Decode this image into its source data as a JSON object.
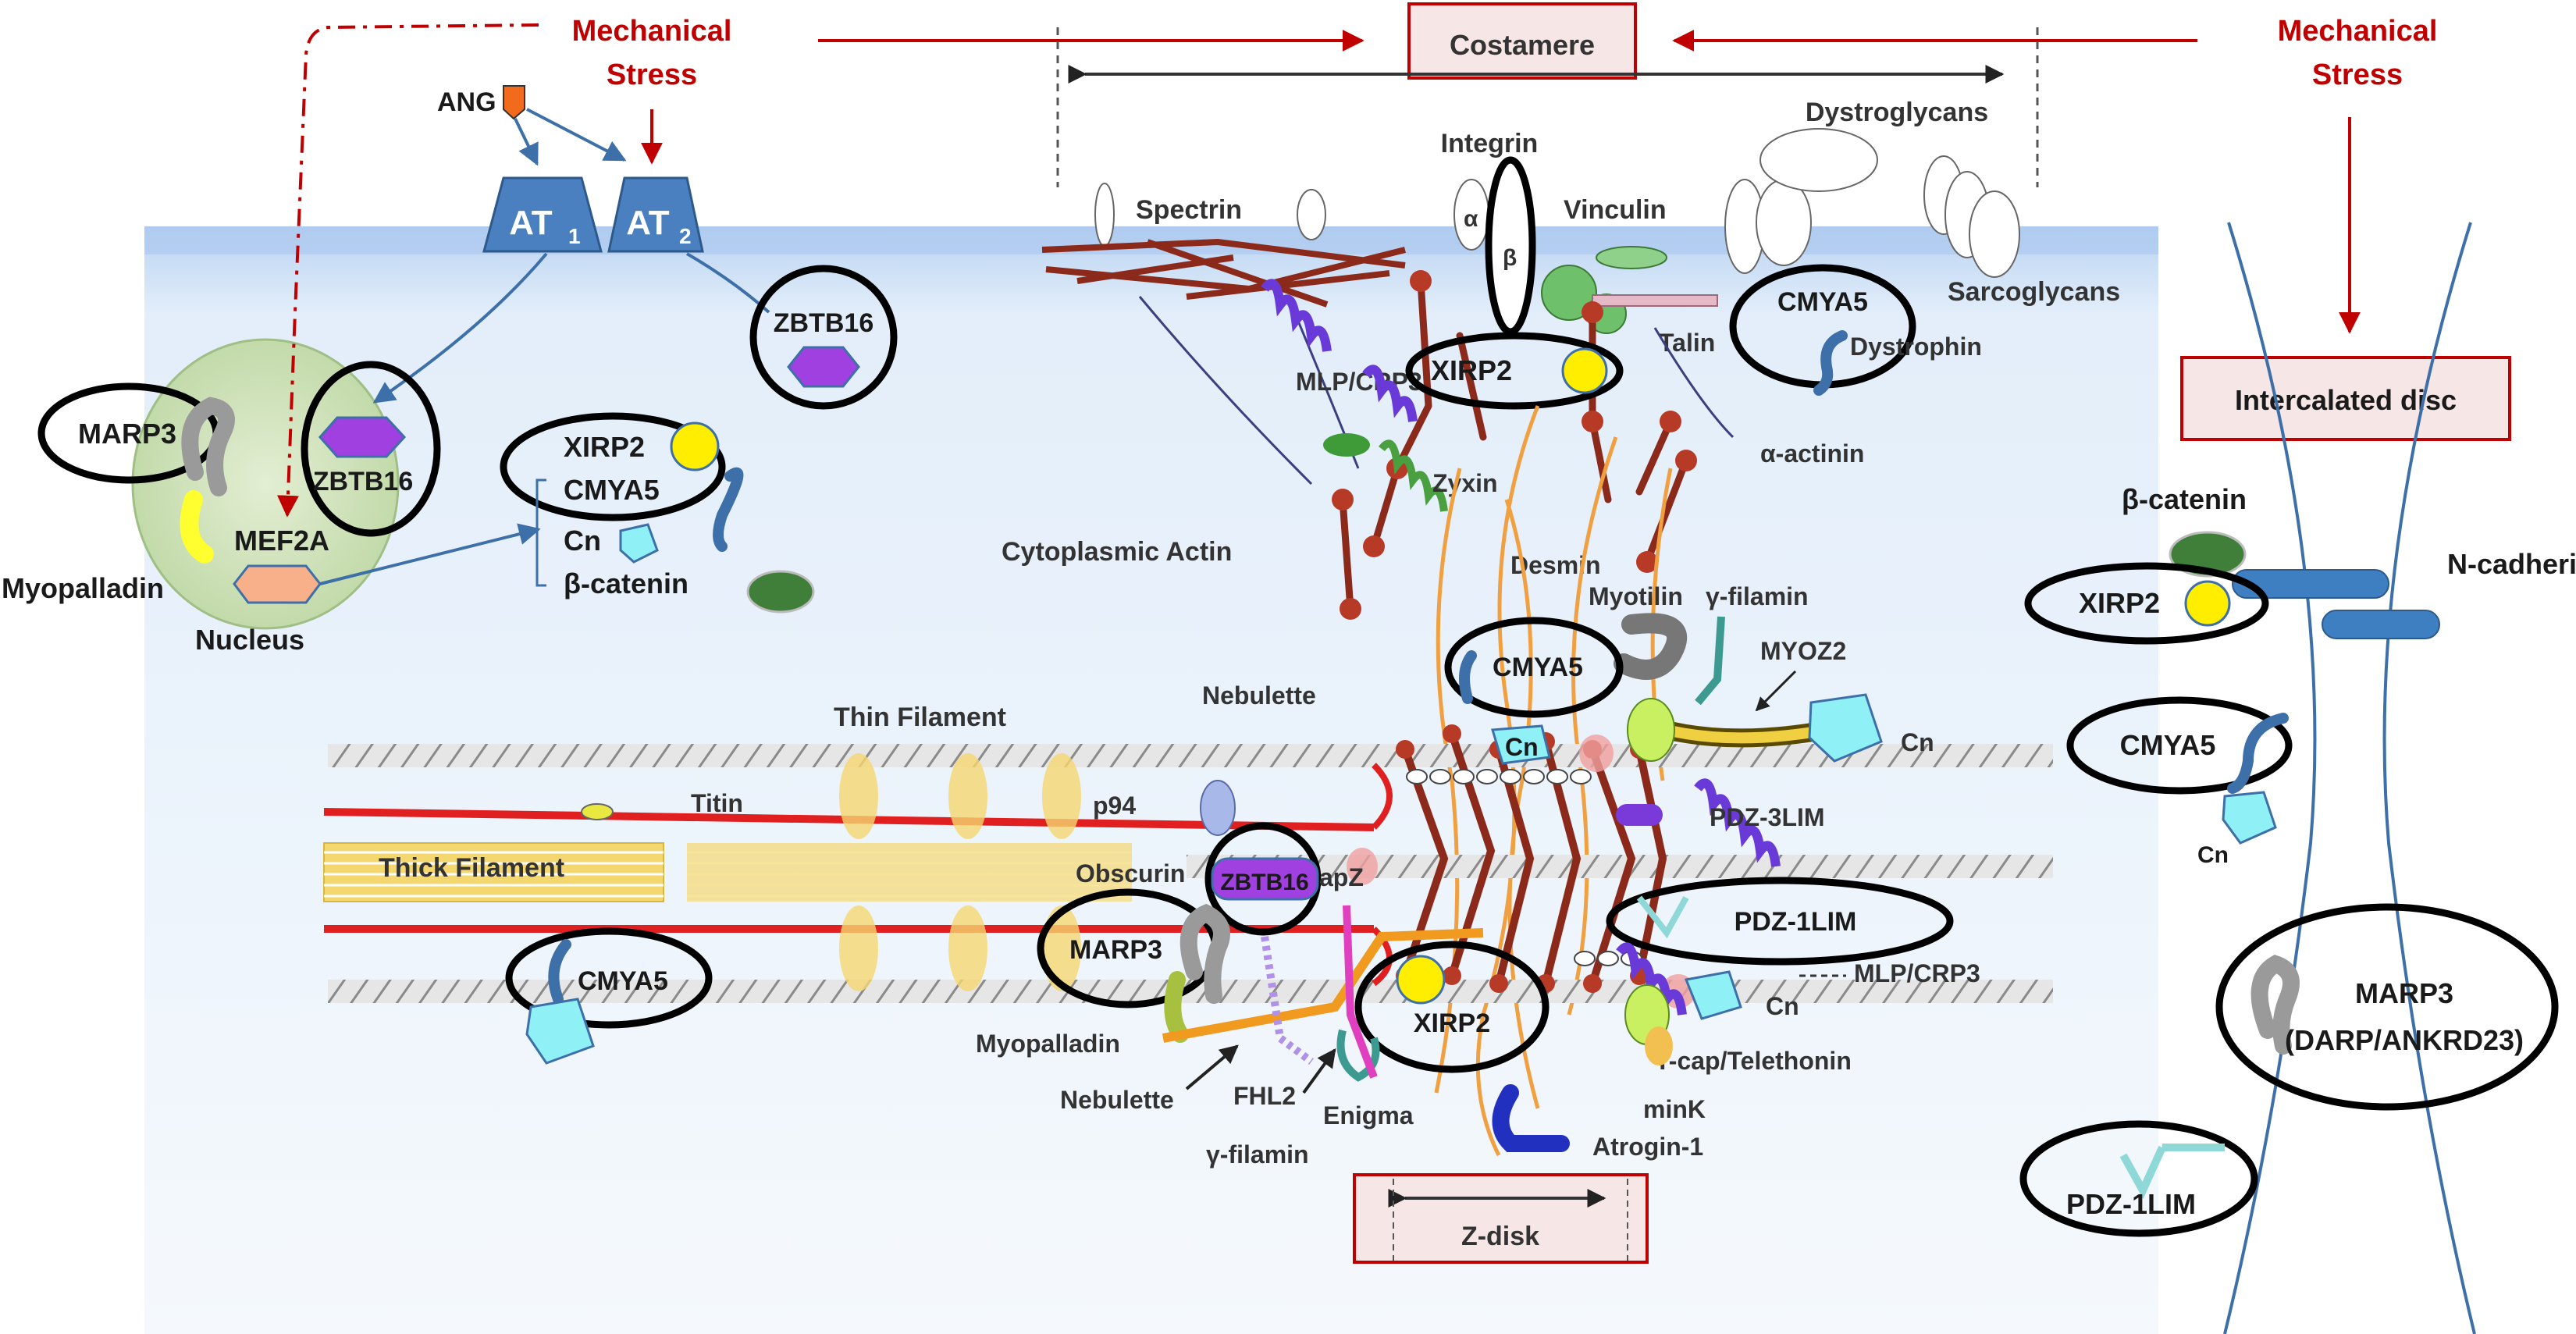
{
  "colors": {
    "membrane_top": "#c8dcf5",
    "cytoplasm": "#eef6fd",
    "nucleus": "#cfe3b8",
    "mechanical_red": "#c00000",
    "pathway_blue": "#3d6fa8",
    "zbtb16_purple": "#a040e0",
    "xirp2_yellow": "#ffee00",
    "cn_cyan": "#8ff0f5",
    "actin_red": "#8b2a1a",
    "desmin_orange": "#f0a040",
    "titin_red": "#e02020",
    "thick_yellow": "#f5d770",
    "marker_ellipse": "#000000"
  },
  "header": {
    "stress_left": [
      "Mechanical",
      "Stress"
    ],
    "stress_right": [
      "Mechanical",
      "Stress"
    ],
    "costamere": "Costamere",
    "intercalated_disc": "Intercalated disc",
    "z_disk": "Z-disk"
  },
  "signaling": {
    "ang2": "ANG II",
    "at1": "AT",
    "at1_sub": "1",
    "at2": "AT",
    "at2_sub": "2",
    "zbtb16_membrane": "ZBTB16",
    "zbtb16_nucleus": "ZBTB16",
    "marp3_nucleus": "MARP3",
    "mef2a": "MEF2A",
    "myopalladin": "Myopalladin",
    "nucleus": "Nucleus",
    "targets": [
      "XIRP2",
      "CMYA5",
      "Cn",
      "β-catenin"
    ]
  },
  "costamere_labels": {
    "integrin": "Integrin",
    "alpha": "α",
    "beta": "β",
    "dystroglycans": "Dystroglycans",
    "spectrin": "Spectrin",
    "vinculin": "Vinculin",
    "sarcoglycans": "Sarcoglycans",
    "mlp_crp3": "MLP/CRP3",
    "xirp2": "XIRP2",
    "cmya5": "CMYA5",
    "talin": "Talin",
    "dystrophin": "Dystrophin",
    "alpha_actinin": "α-actinin",
    "zyxin": "Zyxin",
    "cytoplasmic_actin": "Cytoplasmic Actin",
    "desmin": "Desmin",
    "myotilin": "Myotilin",
    "gamma_filamin": "γ-filamin",
    "myoz2": "MYOZ2"
  },
  "sarcomere_labels": {
    "thin_filament": "Thin Filament",
    "nebulette_top": "Nebulette",
    "cmya5_zdisk": "CMYA5",
    "cn_zdisk": "Cn",
    "cn_right": "Cn",
    "pdz3lim": "PDZ-3LIM",
    "titin": "Titin",
    "p94": "p94",
    "thick_filament": "Thick Filament",
    "obscurin": "Obscurin",
    "zbtb16": "ZBTB16",
    "capz": "apZ",
    "marp3": "MARP3",
    "pdz1lim": "PDZ-1LIM",
    "cmya5_left": "CMYA5",
    "mlp_crp3_bottom": "MLP/CRP3",
    "xirp2_bottom": "XIRP2",
    "cn_bottom": "Cn",
    "myopalladin": "Myopalladin",
    "tcap": "T-cap/Telethonin",
    "nebulette_bottom": "Nebulette",
    "fhl2": "FHL2",
    "enigma": "Enigma",
    "mink": "minK",
    "gamma_filamin_bottom": "γ-filamin",
    "atrogin": "Atrogin-1"
  },
  "disc_labels": {
    "beta_catenin": "β-catenin",
    "n_cadherin": "N-cadherin",
    "xirp2": "XIRP2",
    "cmya5": "CMYA5",
    "cn": "Cn",
    "marp3_line1": "MARP3",
    "marp3_line2": "(DARP/ANKRD23)",
    "pdz1lim": "PDZ-1LIM"
  }
}
